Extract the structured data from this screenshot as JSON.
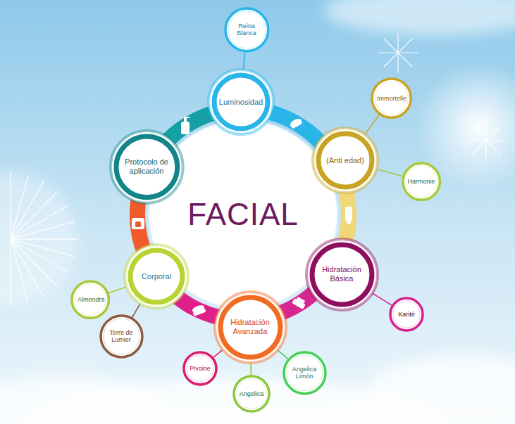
{
  "diagram": {
    "nodes": [
      {
        "text": [
          "FACIAL"
        ]
      },
      {
        "text": [
          "Luminosidad"
        ]
      },
      {
        "text": [
          "Reina Blanca"
        ]
      },
      {
        "text": [
          "(Anti edad)"
        ]
      },
      {
        "text": [
          "Immortelle"
        ]
      },
      {
        "text": [
          "Harmonie"
        ]
      },
      {
        "text": [
          "Hidratación Básica"
        ]
      },
      {
        "text": [
          "Karité"
        ]
      },
      {
        "text": [
          "Hidratación Avanzada"
        ]
      },
      {
        "text": [
          "Angelica Limón"
        ]
      },
      {
        "text": [
          "Angelica"
        ]
      },
      {
        "text": [
          "Pivoine"
        ]
      },
      {
        "text": [
          "Corporal"
        ]
      },
      {
        "text": [
          "Terre de Lumier"
        ]
      },
      {
        "text": [
          "Almendra"
        ]
      },
      {
        "text": [
          "Protocolo de aplicación"
        ]
      }
    ],
    "edges": [
      {
        "from": 1,
        "to": 2,
        "arrow": "none"
      },
      {
        "from": 3,
        "to": 4,
        "arrow": "none"
      },
      {
        "from": 3,
        "to": 5,
        "arrow": "none"
      },
      {
        "from": 6,
        "to": 7,
        "arrow": "none"
      },
      {
        "from": 8,
        "to": 9,
        "arrow": "none"
      },
      {
        "from": 8,
        "to": 10,
        "arrow": "none"
      },
      {
        "from": 8,
        "to": 11,
        "arrow": "none"
      },
      {
        "from": 12,
        "to": 13,
        "arrow": "none"
      },
      {
        "from": 12,
        "to": 14,
        "arrow": "none"
      }
    ]
  }
}
